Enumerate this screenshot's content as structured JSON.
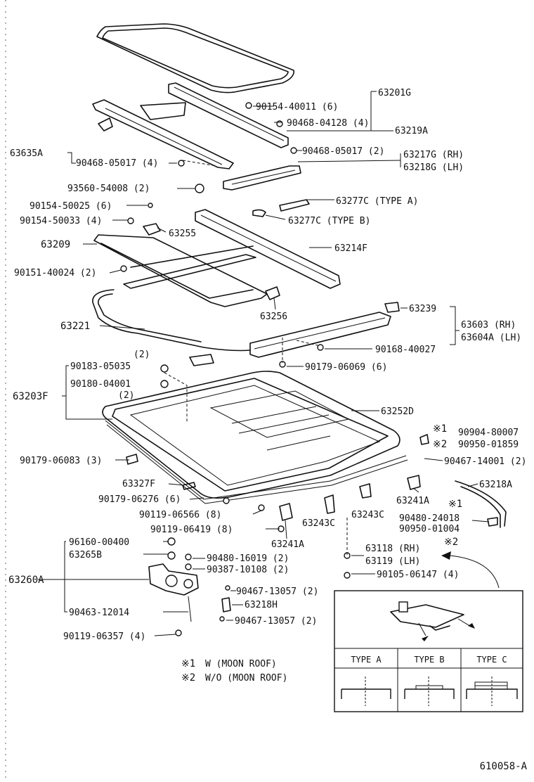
{
  "callouts": [
    {
      "id": "c01",
      "text": "63201G"
    },
    {
      "id": "c02",
      "text": "90154-40011 (6)"
    },
    {
      "id": "c03",
      "text": "90468-04128 (4)"
    },
    {
      "id": "c04",
      "text": "63219A"
    },
    {
      "id": "c05",
      "text": "90468-05017 (2)"
    },
    {
      "id": "c06",
      "text": "63217G (RH)"
    },
    {
      "id": "c07",
      "text": "63218G (LH)"
    },
    {
      "id": "c08",
      "text": "63635A"
    },
    {
      "id": "c09",
      "text": "90468-05017 (4)"
    },
    {
      "id": "c10",
      "text": "93560-54008 (2)"
    },
    {
      "id": "c11",
      "text": "63277C (TYPE  A)"
    },
    {
      "id": "c12",
      "text": "90154-50025 (6)"
    },
    {
      "id": "c13",
      "text": "90154-50033 (4)"
    },
    {
      "id": "c14",
      "text": "63277C (TYPE  B)"
    },
    {
      "id": "c15",
      "text": "63255"
    },
    {
      "id": "c16",
      "text": "63209"
    },
    {
      "id": "c17",
      "text": "63214F"
    },
    {
      "id": "c18",
      "text": "90151-40024 (2)"
    },
    {
      "id": "c19",
      "text": "63256"
    },
    {
      "id": "c20",
      "text": "63239"
    },
    {
      "id": "c21",
      "text": "63221"
    },
    {
      "id": "c22",
      "text": "63603  (RH)"
    },
    {
      "id": "c23",
      "text": "63604A (LH)"
    },
    {
      "id": "c24",
      "text": "90168-40027"
    },
    {
      "id": "c25",
      "text": "(2)"
    },
    {
      "id": "c26",
      "text": "90183-05035"
    },
    {
      "id": "c27",
      "text": "90179-06069 (6)"
    },
    {
      "id": "c28",
      "text": "63203F"
    },
    {
      "id": "c29",
      "text": "90180-04001"
    },
    {
      "id": "c30",
      "text": "(2)"
    },
    {
      "id": "c31",
      "text": "63252D"
    },
    {
      "id": "c32",
      "text": "※1"
    },
    {
      "id": "c33",
      "text": "90904-80007"
    },
    {
      "id": "c34",
      "text": "※2"
    },
    {
      "id": "c35",
      "text": "90950-01859"
    },
    {
      "id": "c36",
      "text": "90179-06083 (3)"
    },
    {
      "id": "c37",
      "text": "90467-14001 (2)"
    },
    {
      "id": "c38",
      "text": "63327F"
    },
    {
      "id": "c39",
      "text": "63218A"
    },
    {
      "id": "c40",
      "text": "90179-06276 (6)"
    },
    {
      "id": "c41",
      "text": "63241A"
    },
    {
      "id": "c42",
      "text": "※1"
    },
    {
      "id": "c43",
      "text": "90119-06566 (8)"
    },
    {
      "id": "c44",
      "text": "63243C"
    },
    {
      "id": "c45",
      "text": "90480-24018"
    },
    {
      "id": "c46",
      "text": "90119-06419 (8)"
    },
    {
      "id": "c47",
      "text": "63243C"
    },
    {
      "id": "c48",
      "text": "90950-01004"
    },
    {
      "id": "c49",
      "text": "96160-00400"
    },
    {
      "id": "c50",
      "text": "63241A"
    },
    {
      "id": "c51",
      "text": "※2"
    },
    {
      "id": "c52",
      "text": "63265B"
    },
    {
      "id": "c53",
      "text": "90480-16019 (2)"
    },
    {
      "id": "c54",
      "text": "63118 (RH)"
    },
    {
      "id": "c55",
      "text": "90387-10108 (2)"
    },
    {
      "id": "c56",
      "text": "63119 (LH)"
    },
    {
      "id": "c57",
      "text": "63260A"
    },
    {
      "id": "c58",
      "text": "90105-06147 (4)"
    },
    {
      "id": "c59",
      "text": "90467-13057 (2)"
    },
    {
      "id": "c60",
      "text": "63218H"
    },
    {
      "id": "c61",
      "text": "90463-12014"
    },
    {
      "id": "c62",
      "text": "90467-13057 (2)"
    },
    {
      "id": "c63",
      "text": "90119-06357 (4)"
    }
  ],
  "notes": {
    "note1_mark": "※1",
    "note1_text": "W (MOON  ROOF)",
    "note2_mark": "※2",
    "note2_text": "W/O (MOON  ROOF)"
  },
  "types_table": {
    "headers": [
      "TYPE A",
      "TYPE B",
      "TYPE C"
    ]
  },
  "figure_number": "610058-A"
}
